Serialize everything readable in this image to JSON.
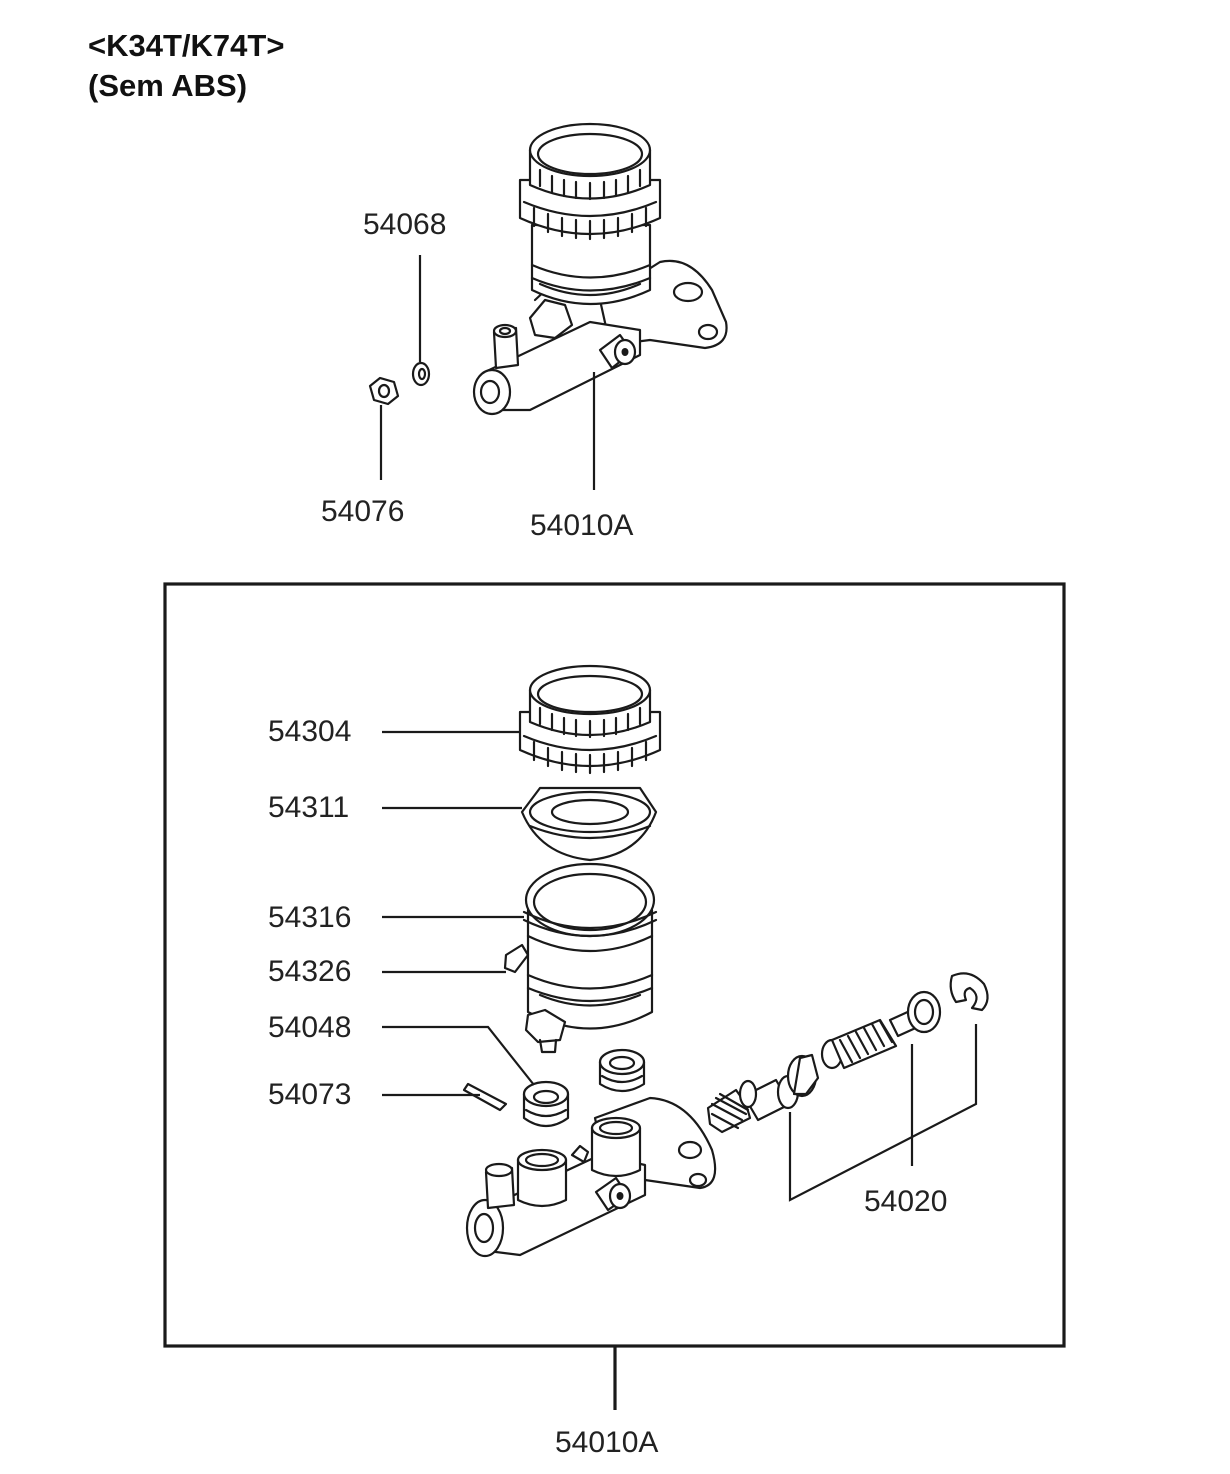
{
  "header": {
    "model_line": "<K34T/K74T>",
    "variant_line": "(Sem ABS)"
  },
  "callouts": {
    "c54068": "54068",
    "c54076": "54076",
    "c54010A_top": "54010A",
    "c54304": "54304",
    "c54311": "54311",
    "c54316": "54316",
    "c54326": "54326",
    "c54048": "54048",
    "c54073": "54073",
    "c54020": "54020",
    "c54010A_bottom": "54010A"
  },
  "colors": {
    "line": "#1a1a1a",
    "background": "#ffffff"
  }
}
